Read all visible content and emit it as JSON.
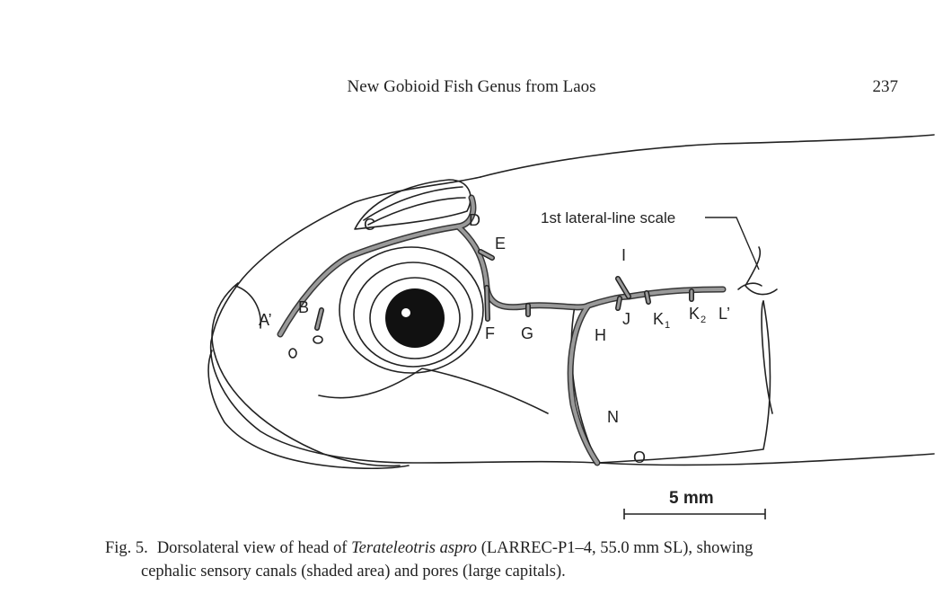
{
  "header": {
    "running_title": "New Gobioid Fish Genus from Laos",
    "page_number": "237"
  },
  "figure": {
    "annotation": "1st lateral-line scale",
    "pore_labels": {
      "a_prime": "A’",
      "b": "B",
      "c": "C",
      "d": "D",
      "e": "E",
      "f": "F",
      "g": "G",
      "h": "H",
      "i": "I",
      "j": "J",
      "k": "K",
      "k1_sub": "1",
      "k2_sub": "2",
      "l_prime": "L’",
      "n": "N",
      "o": "O"
    },
    "scale_bar": "5 mm"
  },
  "caption": {
    "label": "Fig. 5.",
    "text_start": "Dorsolateral view of head of ",
    "species": "Terateleotris aspro",
    "text_mid": " (LARREC-P1–4, 55.0 mm SL), showing",
    "line2": "cephalic sensory canals (shaded area) and pores (large capitals)."
  }
}
